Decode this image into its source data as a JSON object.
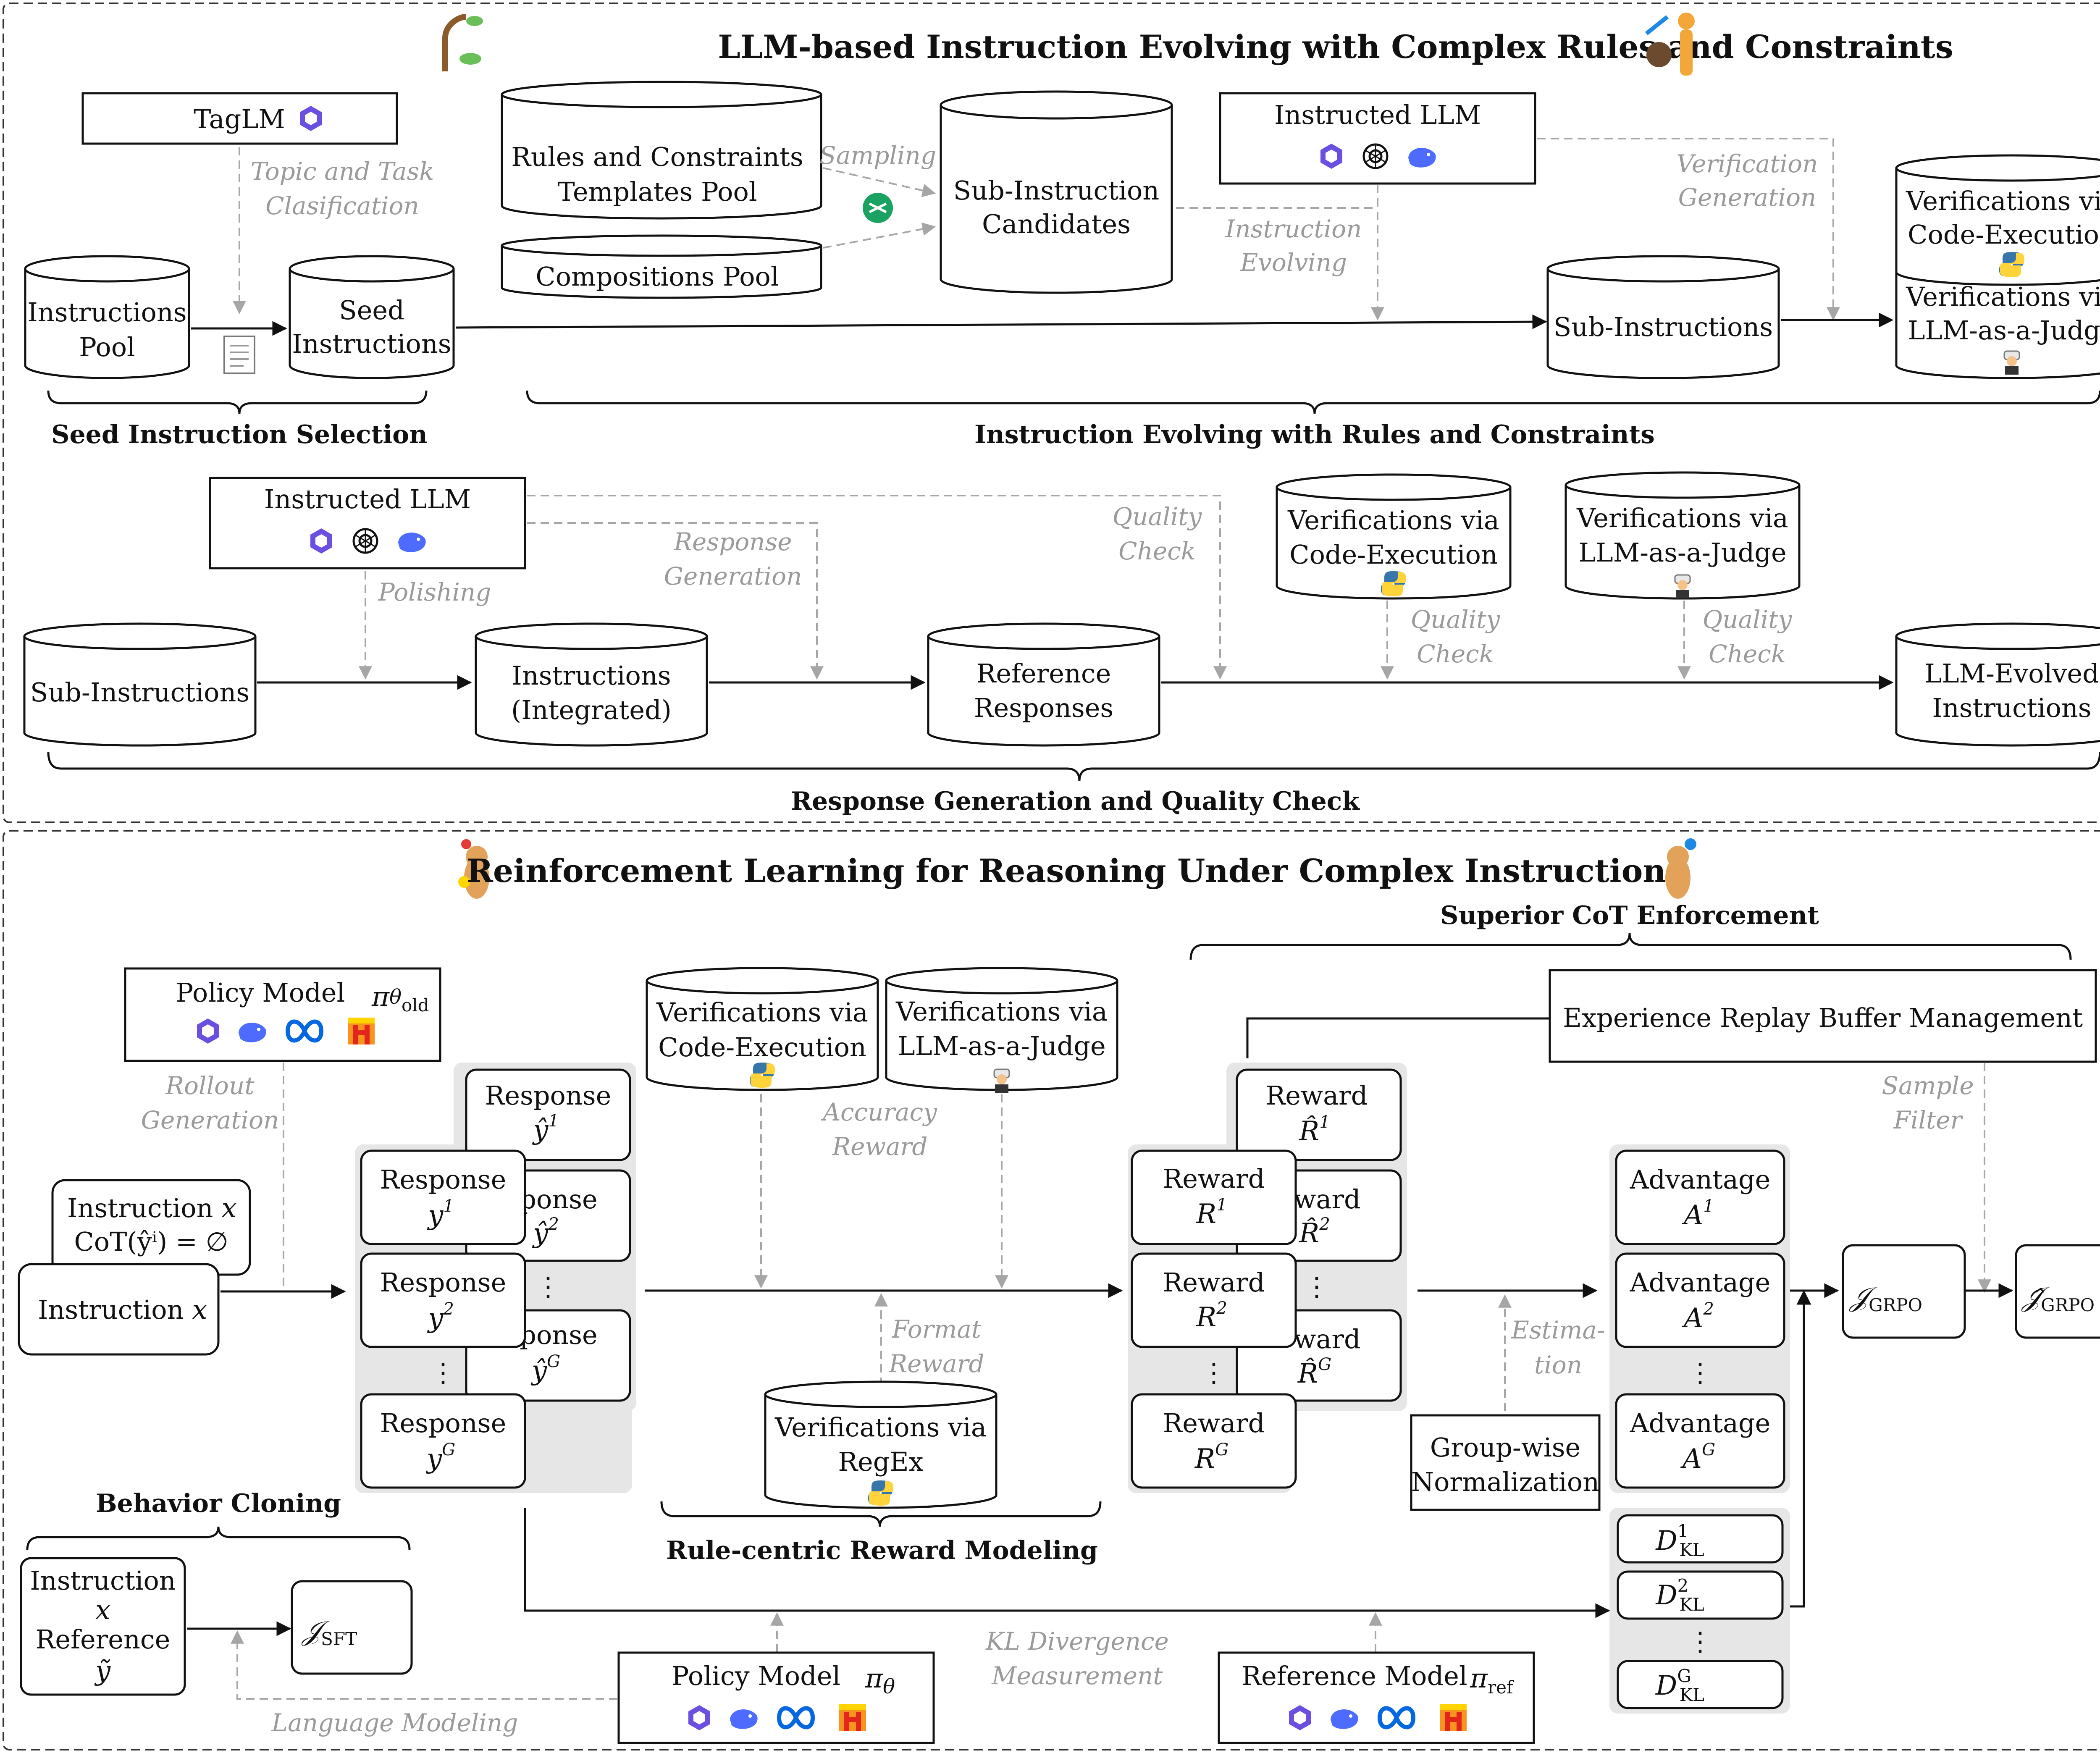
{
  "top_section": {
    "title": "LLM-based Instruction Evolving with Complex Rules and Constraints",
    "taglm": "TagLM",
    "topic_task_1": "Topic and Task",
    "topic_task_2": "Clasification",
    "instructions_pool_1": "Instructions",
    "instructions_pool_2": "Pool",
    "seed_1": "Seed",
    "seed_2": "Instructions",
    "rules_pool_1": "Rules and Constraints",
    "rules_pool_2": "Templates Pool",
    "compositions_pool": "Compositions Pool",
    "sampling": "Sampling",
    "sub_cand_1": "Sub-Instruction",
    "sub_cand_2": "Candidates",
    "instructed_llm": "Instructed LLM",
    "instr_evolving_1": "Instruction",
    "instr_evolving_2": "Evolving",
    "verif_gen_1": "Verification",
    "verif_gen_2": "Generation",
    "sub_instructions": "Sub-Instructions",
    "verif_code_1": "Verifications via",
    "verif_code_2": "Code-Execution",
    "verif_judge_1": "Verifications via",
    "verif_judge_2": "LLM-as-a-Judge",
    "seed_selection": "Seed Instruction Selection",
    "evolving_label": "Instruction Evolving with Rules and Constraints"
  },
  "middle_section": {
    "instructed_llm": "Instructed LLM",
    "polishing": "Polishing",
    "response_gen_1": "Response",
    "response_gen_2": "Generation",
    "quality_check_1": "Quality",
    "quality_check_2": "Check",
    "verif_code_1": "Verifications via",
    "verif_code_2": "Code-Execution",
    "verif_judge_1": "Verifications via",
    "verif_judge_2": "LLM-as-a-Judge",
    "sub_instructions": "Sub-Instructions",
    "integrated_1": "Instructions",
    "integrated_2": "(Integrated)",
    "reference_1": "Reference",
    "reference_2": "Responses",
    "evolved_1": "LLM-Evolved",
    "evolved_2": "Instructions",
    "response_label": "Response Generation and Quality Check"
  },
  "bottom_section": {
    "title": "Reinforcement Learning for Reasoning Under Complex Instructions",
    "superior_cot": "Superior CoT Enforcement",
    "policy_old": "Policy Model",
    "rollout_1": "Rollout",
    "rollout_2": "Generation",
    "instruction_x": "Instruction",
    "cot_label": "CoT(ŷⁱ) = ∅",
    "response": "Response",
    "ponse": "ponse",
    "verif_code_1": "Verifications via",
    "verif_code_2": "Code-Execution",
    "verif_judge_1": "Verifications via",
    "verif_judge_2": "LLM-as-a-Judge",
    "accuracy_1": "Accuracy",
    "accuracy_2": "Reward",
    "format_1": "Format",
    "format_2": "Reward",
    "verif_regex_1": "Verifications via",
    "verif_regex_2": "RegEx",
    "rule_centric": "Rule-centric Reward Modeling",
    "reward": "Reward",
    "ward": "ward",
    "replay": "Experience Replay Buffer Management",
    "sample_filter_1": "Sample",
    "sample_filter_2": "Filter",
    "estimation_1": "Estima-",
    "estimation_2": "tion",
    "group_norm_1": "Group-wise",
    "group_norm_2": "Normalization",
    "advantage": "Advantage",
    "behavior_cloning": "Behavior Cloning",
    "bc_instruction": "Instruction",
    "bc_reference": "Reference",
    "kl_1": "KL Divergence",
    "kl_2": "Measurement",
    "language_modeling": "Language Modeling",
    "policy_model": "Policy Model",
    "reference_model": "Reference Model",
    "j_sft_sub": "SFT",
    "j_grpo_sub": "GRPO",
    "kl_sub": "KL",
    "theta_old_sub": "old",
    "ref_sub": "ref",
    "vdots": "⋮"
  },
  "colors": {
    "frame": "#333333",
    "gray_text": "#9a9a9a",
    "group_fill": "#e6e6e6",
    "qwen_purple": "#6a4fe0",
    "deepseek_blue": "#4d6bfe",
    "meta_blue": "#0668e1",
    "mistral_orange": "#f7931e",
    "python_blue": "#3776ab",
    "python_yellow": "#ffd43b",
    "green_shuffle": "#1aa260"
  },
  "icons": [
    "tree-icon",
    "evolution-icon",
    "qwen-icon",
    "openai-icon",
    "deepseek-icon",
    "meta-icon",
    "mistral-icon",
    "python-icon",
    "judge-icon",
    "document-icon",
    "shuffle-icon",
    "dog-happy-icon",
    "dog-sad-icon"
  ]
}
